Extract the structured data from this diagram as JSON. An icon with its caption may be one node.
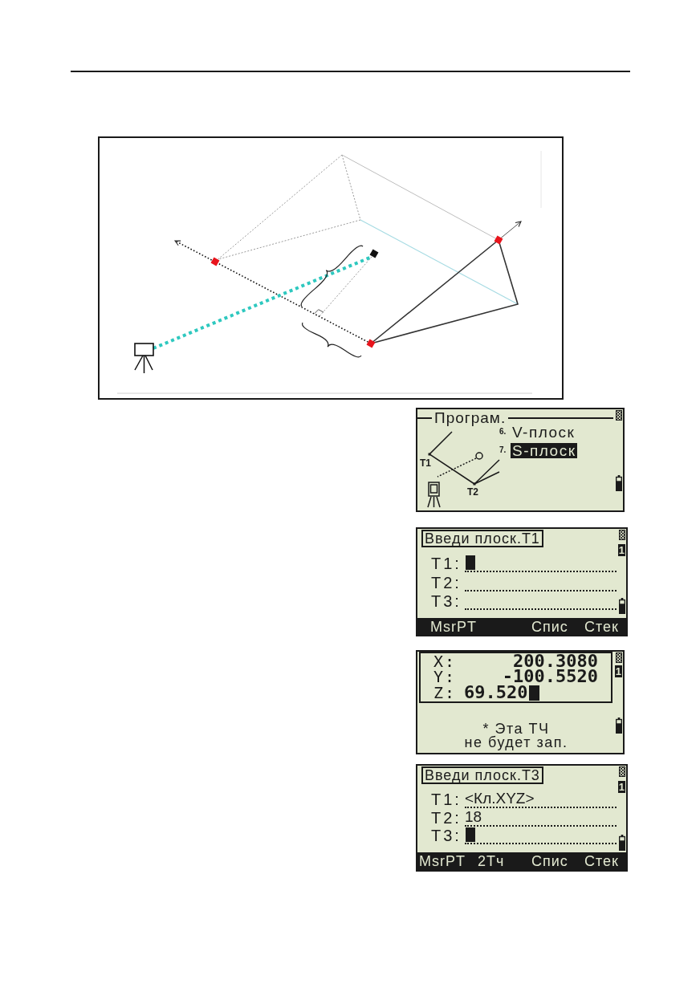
{
  "diagram": {
    "nodes": [
      {
        "text": [
          "Програм.",
          "6.",
          "V-плоск",
          "7.",
          "S-плоск",
          "Т1",
          "Т2"
        ]
      },
      {
        "text": [
          "1",
          "Т1:",
          "Т2:",
          "Т3:"
        ]
      },
      {
        "text": [
          "Введи плоск.Т1"
        ],
        "in": 1
      },
      {
        "text": [
          "MsrPT",
          "Спис",
          "Стек"
        ],
        "in": 1
      },
      {
        "text": [
          "1",
          "* Эта ТЧ",
          "не будет зап."
        ]
      },
      {
        "text": [
          "X:",
          "200.3080",
          "Y:",
          "-100.5520",
          "Z:",
          "69.520"
        ],
        "in": 4
      },
      {
        "text": [
          "1",
          "Т1:",
          "<Кл.XYZ>",
          "Т2:",
          "18",
          "Т3:"
        ]
      },
      {
        "text": [
          "Введи плоск.Т3"
        ],
        "in": 6
      },
      {
        "text": [
          "MsrPT",
          "2Тч",
          "Спис",
          "Стек"
        ],
        "in": 6
      }
    ]
  }
}
